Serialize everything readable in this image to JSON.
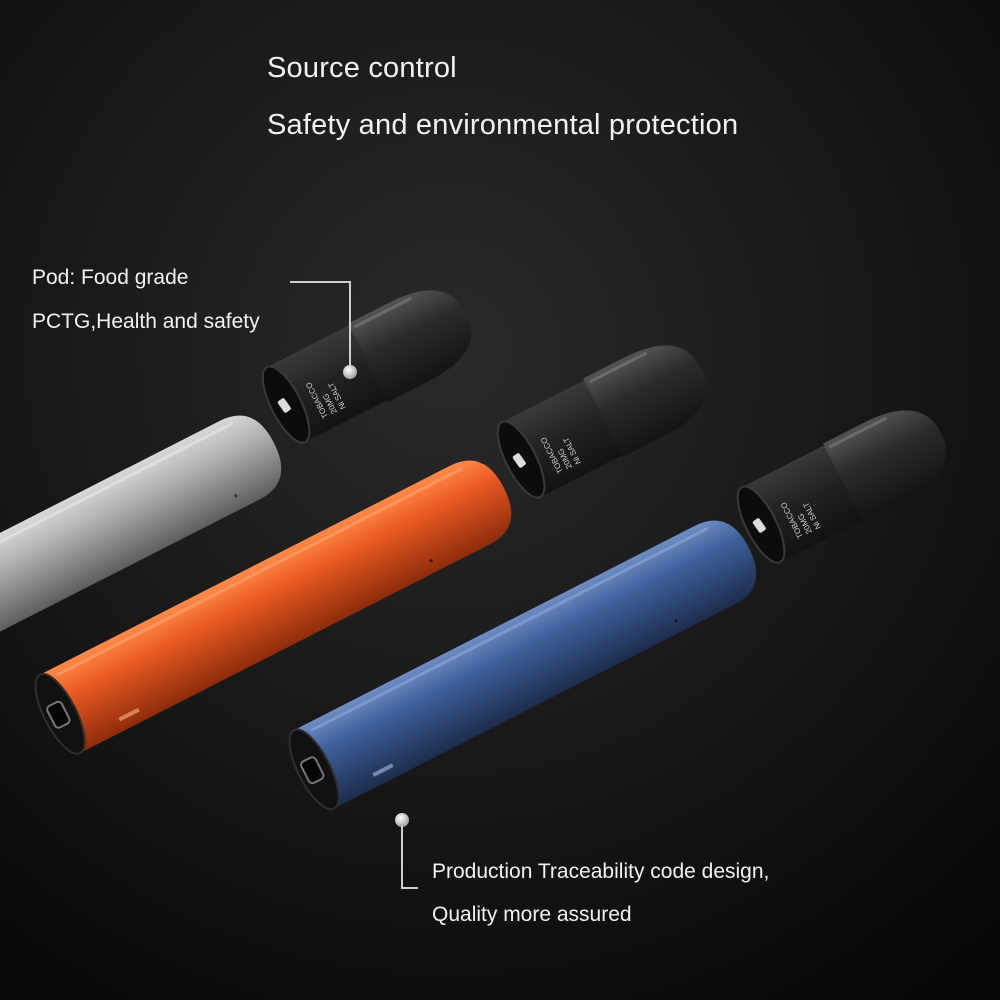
{
  "headline": {
    "line1": "Source control",
    "line2": "Safety and environmental protection"
  },
  "pod_callout": {
    "line1": "Pod: Food grade",
    "line2": "PCTG,Health and safety"
  },
  "trace_callout": {
    "line1": "Production Traceability code design,",
    "line2": "Quality more assured"
  },
  "devices": [
    {
      "name": "silver-battery",
      "color": "#a9a9a9"
    },
    {
      "name": "orange-battery",
      "color": "#e8561f"
    },
    {
      "name": "blue-battery",
      "color": "#3a5a95"
    }
  ],
  "pod_label_lines": [
    "TOBACCO",
    "20MG",
    "Ni SALT"
  ]
}
